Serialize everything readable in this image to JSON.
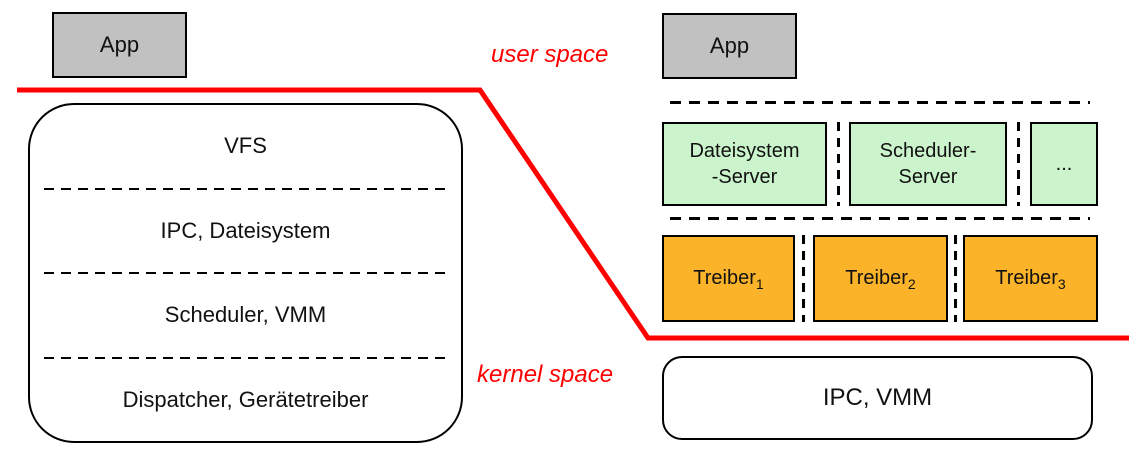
{
  "colors": {
    "red": "#ff0000",
    "gray": "#c1c1c1",
    "green": "#ccf4cc",
    "orange": "#fbb32a",
    "line": "#000000"
  },
  "monolith": {
    "app_label": "App",
    "layers": [
      "VFS",
      "IPC, Dateisystem",
      "Scheduler, VMM",
      "Dispatcher, Gerätetreiber"
    ]
  },
  "space_labels": {
    "user": "user space",
    "kernel": "kernel space"
  },
  "microkernel": {
    "app_label": "App",
    "servers": [
      {
        "line1": "Dateisystem",
        "line2": "-Server"
      },
      {
        "line1": "Scheduler-",
        "line2": "Server"
      },
      {
        "line1": "..."
      }
    ],
    "drivers": [
      {
        "base": "Treiber",
        "sub": "1"
      },
      {
        "base": "Treiber",
        "sub": "2"
      },
      {
        "base": "Treiber",
        "sub": "3"
      }
    ],
    "kernel_label": "IPC, VMM"
  }
}
